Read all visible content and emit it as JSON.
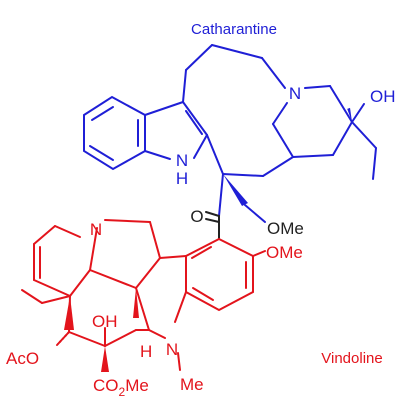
{
  "colors": {
    "catharantine": "#1f1fd6",
    "vindoline": "#e3141c",
    "label": "#222222"
  },
  "fragments": {
    "top": {
      "name": "Catharantine"
    },
    "bottom": {
      "name": "Vindoline"
    }
  },
  "atoms": {
    "n_cath": "N",
    "oh_cath": "OH",
    "nh_indole": "N",
    "h_indole": "H",
    "o_carbonyl": "O",
    "ome_ester": "OMe",
    "n_vind": "N",
    "ome_aryl": "OMe",
    "oh_vind": "OH",
    "h_vind": "H",
    "aco": "AcO",
    "co2me_co": "CO",
    "co2me_sub": "2",
    "co2me_me": "Me",
    "n_indoline": "N",
    "me_n": "Me"
  }
}
